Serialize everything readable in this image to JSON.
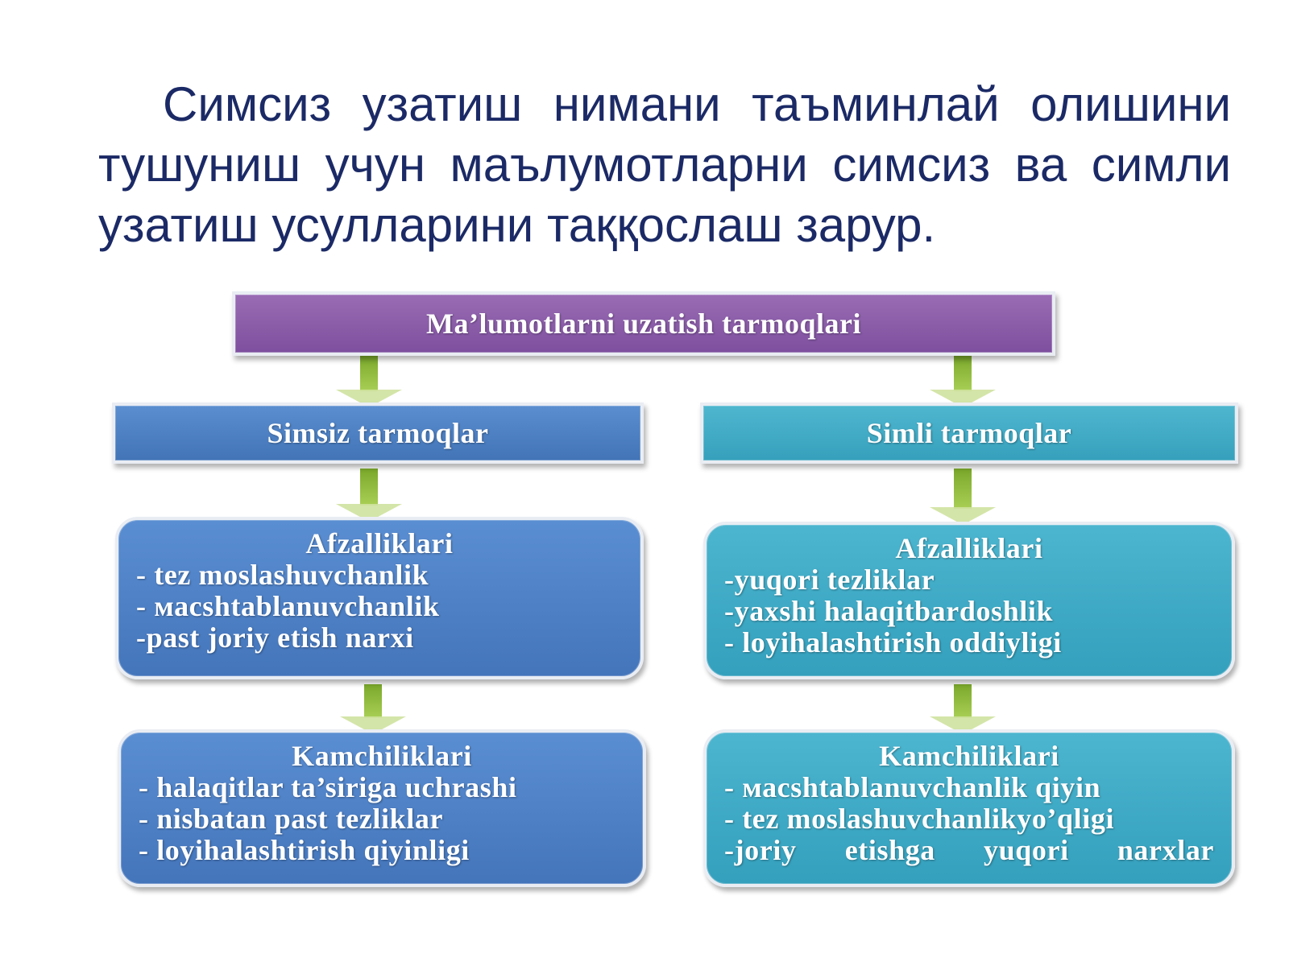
{
  "intro_text": "Симсиз узатиш нимани таъминлай олишини тушуниш учун маълумотларни симсиз ва симли узатиш усулларини таққослаш зарур.",
  "diagram": {
    "root": "Ma’lumotlarni uzatish tarmoqlari",
    "left": {
      "header": "Simsiz tarmoqlar",
      "advantages": {
        "title": "Afzalliklari",
        "items": [
          "- tez moslashuvchanlik",
          "- масshtablanuvchanlik",
          "-past joriy etish narxi"
        ]
      },
      "disadvantages": {
        "title": "Kamchiliklari",
        "items": [
          "- halaqitlar ta’siriga uchrashi",
          "- nisbatan past tezliklar",
          "- loyihalashtirish qiyinligi"
        ]
      }
    },
    "right": {
      "header": "Simli tarmoqlar",
      "advantages": {
        "title": "Afzalliklari",
        "items": [
          "-yuqori tezliklar",
          "-yaxshi halaqitbardoshlik",
          "- loyihalashtirish oddiyligi"
        ]
      },
      "disadvantages": {
        "title": "Kamchiliklari",
        "items": [
          "- масshtablanuvchanlik qiyin",
          "- tez moslashuvchanlikyo’qligi"
        ],
        "last_line_words": [
          "-joriy",
          "etishga",
          "yuqori",
          "narxlar"
        ]
      }
    }
  },
  "colors": {
    "root": "#8a5ca8",
    "left": "#4f83c6",
    "right": "#3eaac5",
    "arrow": "#8dbb3a",
    "intro_text": "#1b2a66"
  }
}
